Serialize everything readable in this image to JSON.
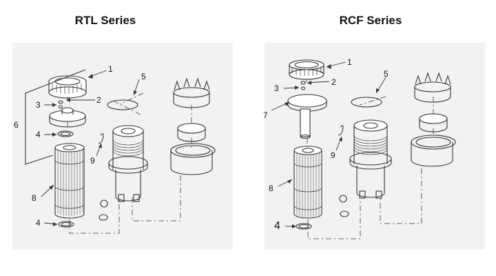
{
  "left": {
    "title": "RTL Series",
    "labels": {
      "l1": "1",
      "l2": "2",
      "l3": "3",
      "l4a": "4",
      "l4b": "4",
      "l5": "5",
      "l6": "6",
      "l8": "8",
      "l9": "9"
    }
  },
  "right": {
    "title": "RCF Series",
    "labels": {
      "l1": "1",
      "l2": "2",
      "l3": "3",
      "l4": "4",
      "l5": "5",
      "l7": "7",
      "l8": "8",
      "l9": "9"
    }
  }
}
